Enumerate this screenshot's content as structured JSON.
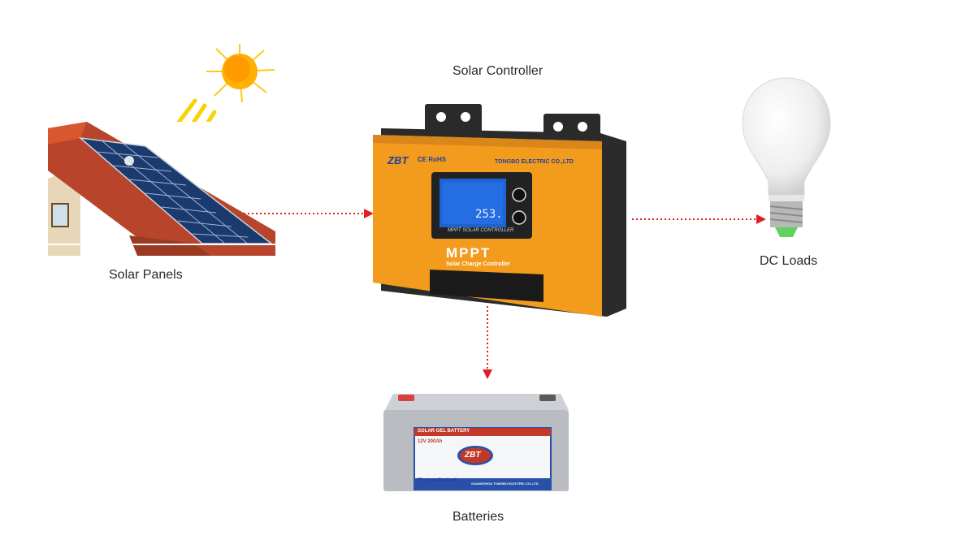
{
  "labels": {
    "controller": "Solar Controller",
    "panels": "Solar Panels",
    "loads": "DC Loads",
    "batteries": "Batteries"
  },
  "controller_device": {
    "brand": "ZBT",
    "marks": "CE RoHS",
    "maker": "TONGBO ELECTRIC CO.,LTD",
    "display_value": "253.",
    "lcd_caption": "MPPT SOLAR CONTROLLER",
    "model": "MPPT",
    "subtitle": "Solar Charge Controller"
  },
  "battery_device": {
    "title": "SOLAR GEL BATTERY",
    "spec": "12V 200Ah",
    "brand": "ZBT",
    "slogan": "We are professional",
    "maker": "GUANGZHOU TONGBO ELECTRIC CO.,LTD"
  },
  "colors": {
    "arrow": "#e02020",
    "controller_body": "#f39b1c",
    "controller_frame": "#2b2b2b",
    "lcd": "#1e63d6",
    "battery_body": "#b9bdc1",
    "battery_label": "#c0392b",
    "sun": "#ffb000"
  },
  "icons": {
    "panels": "solar-house-icon",
    "sun": "sun-icon",
    "bulb": "light-bulb-icon",
    "controller": "charge-controller-icon",
    "battery": "battery-icon"
  }
}
